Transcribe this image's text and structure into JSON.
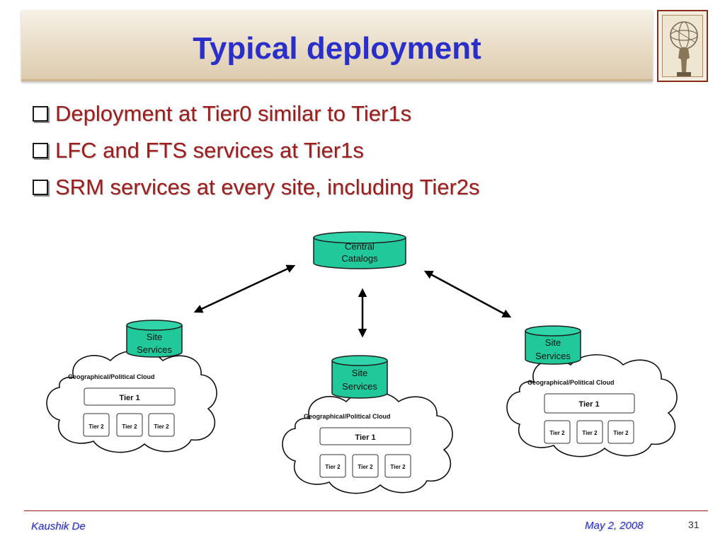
{
  "slide": {
    "title": "Typical deployment",
    "bullets": [
      "Deployment at Tier0 similar to Tier1s",
      "LFC and FTS services at Tier1s",
      "SRM services at every site, including Tier2s"
    ]
  },
  "diagram": {
    "central": {
      "line1": "Central",
      "line2": "Catalogs"
    },
    "sites": [
      {
        "db_line1": "Site",
        "db_line2": "Services",
        "cloud_label": "Geographical/Political Cloud",
        "tier1": "Tier 1",
        "tier2": [
          "Tier 2",
          "Tier 2",
          "Tier 2"
        ]
      },
      {
        "db_line1": "Site",
        "db_line2": "Services",
        "cloud_label": "Geographical/Political Cloud",
        "tier1": "Tier 1",
        "tier2": [
          "Tier 2",
          "Tier 2",
          "Tier 2"
        ]
      },
      {
        "db_line1": "Site",
        "db_line2": "Services",
        "cloud_label": "Geographical/Political Cloud",
        "tier1": "Tier 1",
        "tier2": [
          "Tier 2",
          "Tier 2",
          "Tier 2"
        ]
      }
    ]
  },
  "footer": {
    "author": "Kaushik De",
    "date": "May 2, 2008",
    "page": "31"
  },
  "colors": {
    "title": "#2b2fc9",
    "bullet_text": "#9e1c1c",
    "db_fill": "#21c89a",
    "footer_rule": "#9a1a1a"
  }
}
